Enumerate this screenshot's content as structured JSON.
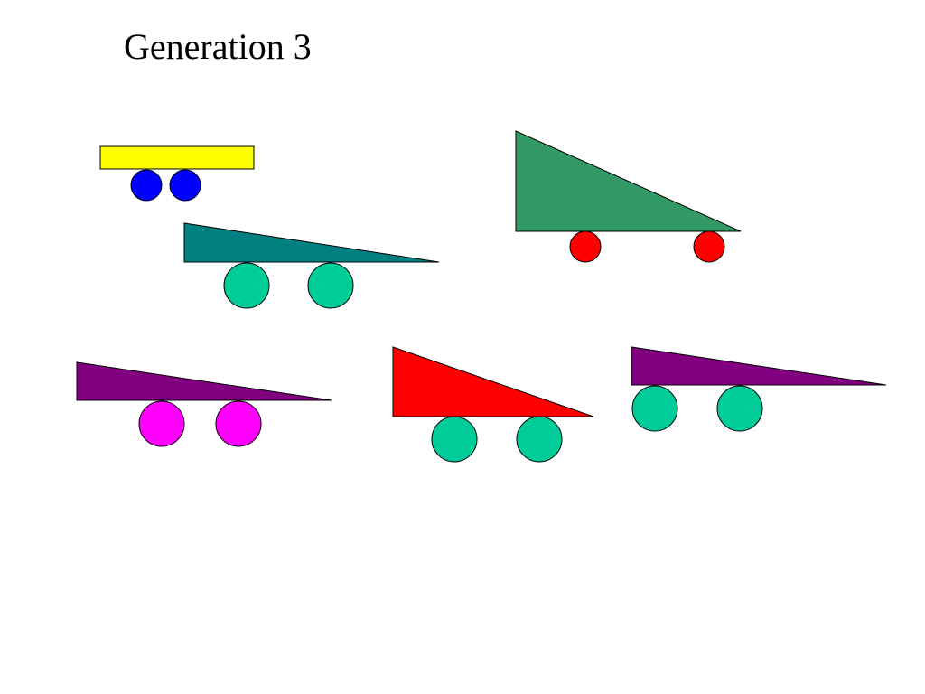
{
  "title": "Generation 3",
  "stroke_color": "#000000",
  "vehicles": [
    {
      "id": "vehicle-1",
      "body_shape": "rectangle",
      "body_color": "#ffff00",
      "wheel_color": "#0000ff"
    },
    {
      "id": "vehicle-2",
      "body_shape": "wedge",
      "body_color": "#008080",
      "wheel_color": "#00cc99"
    },
    {
      "id": "vehicle-3",
      "body_shape": "wedge",
      "body_color": "#339966",
      "wheel_color": "#ff0000"
    },
    {
      "id": "vehicle-4",
      "body_shape": "wedge",
      "body_color": "#800080",
      "wheel_color": "#ff00ff"
    },
    {
      "id": "vehicle-5",
      "body_shape": "wedge",
      "body_color": "#ff0000",
      "wheel_color": "#00cc99"
    },
    {
      "id": "vehicle-6",
      "body_shape": "wedge",
      "body_color": "#800080",
      "wheel_color": "#00cc99"
    }
  ]
}
